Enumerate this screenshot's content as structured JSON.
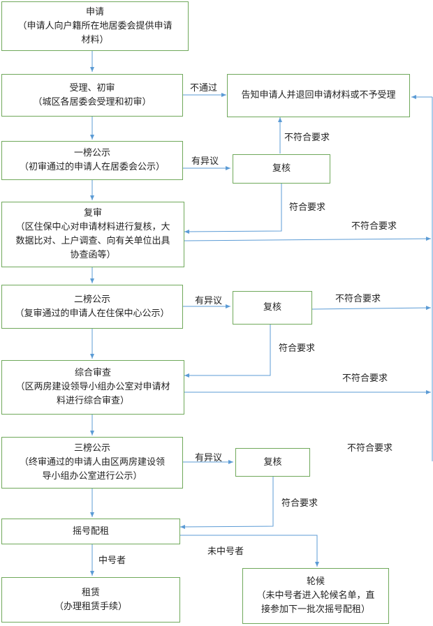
{
  "boxes": {
    "apply": [
      "申请",
      "（申请人向户籍所在地居委会提供申请",
      "材料）"
    ],
    "accept": [
      "受理、初审",
      "（城区各居委会受理和初审）"
    ],
    "notify": [
      "告知申请人并退回申请材料或不予受理"
    ],
    "publicity1": [
      "一榜公示",
      "（初审通过的申请人在居委会公示）"
    ],
    "recheck1": [
      "复核"
    ],
    "review": [
      "复审",
      "（区住保中心对申请材料进行复核，大",
      "数据比对、上户调查、向有关单位出具",
      "协查函等）"
    ],
    "publicity2": [
      "二榜公示",
      "（复审通过的申请人在住保中心公示）"
    ],
    "recheck2": [
      "复核"
    ],
    "comprehensive": [
      "综合审查",
      "（区两房建设领导小组办公室对申请材",
      "料进行综合审查）"
    ],
    "publicity3": [
      "三榜公示",
      "（终审通过的申请人由区两房建设领",
      "导小组办公室进行公示）"
    ],
    "recheck3": [
      "复核"
    ],
    "lottery": [
      "摇号配租"
    ],
    "rent": [
      "租赁",
      "（办理租赁手续）"
    ],
    "waiting": [
      "轮候",
      "（未中号者进入轮候名单，直",
      "接参加下一批次摇号配租）"
    ]
  },
  "labels": {
    "not_pass": "不通过",
    "objection1": "有异议",
    "objection2": "有异议",
    "objection3": "有异议",
    "not_meet_recheck1": "不符合要求",
    "meet1": "符合要求",
    "meet2": "符合要求",
    "meet3": "符合要求",
    "not_meet_review": "不符合要求",
    "not_meet_recheck2": "不符合要求",
    "not_meet_comprehensive": "不符合要求",
    "not_meet_recheck3": "不符合要求",
    "winner": "中号者",
    "non_winner": "未中号者"
  },
  "colors": {
    "box_border": "#6fa85a",
    "arrow": "#5b9bd5"
  }
}
